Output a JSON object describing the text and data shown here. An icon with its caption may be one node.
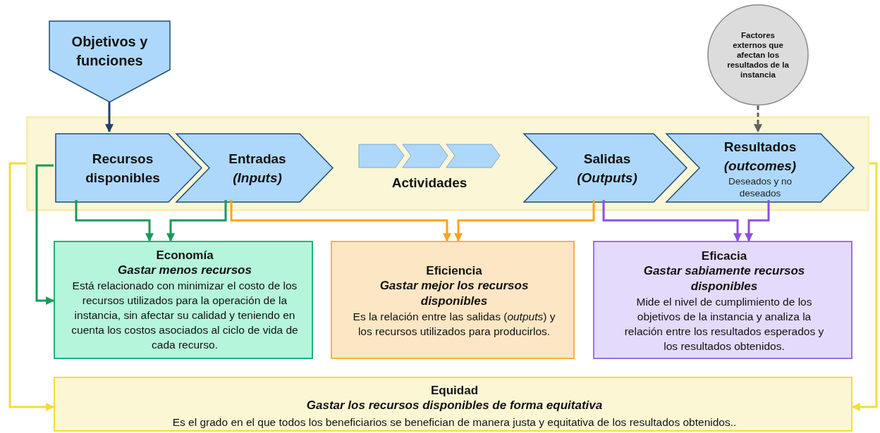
{
  "diagram": {
    "nodes": [
      {
        "text": [],
        "shape": "box"
      },
      {
        "text": [
          "Objetivos y funciones"
        ]
      },
      {
        "text": [
          "Recursos disponibles"
        ],
        "in": 0
      },
      {
        "text": [
          "Entradas *(Inputs)*"
        ],
        "in": 0
      },
      {
        "text": [
          "Actividades"
        ],
        "in": 0
      },
      {
        "text": [
          "Salidas *(Outputs)*"
        ],
        "in": 0
      },
      {
        "text": [
          "Resultados *(outcomes)*",
          "Deseados y no deseados"
        ],
        "in": 0
      },
      {
        "text": [
          "Factores externos que afectan los resultados de la instancia"
        ]
      },
      {
        "text": [
          "Economía",
          "Gastar menos recursos",
          "Está relacionado con minimizar el costo de los recursos utilizados para la operación de la instancia, sin afectar su calidad y teniendo en cuenta los costos asociados al ciclo de vida de cada recurso."
        ]
      },
      {
        "text": [
          "Eficiencia",
          "Gastar mejor los recursos disponibles",
          "Es la relación entre las salidas (*outputs*) y los recursos utilizados para producirlos."
        ]
      },
      {
        "text": [
          "Eficacia",
          "Gastar sabiamente recursos disponibles",
          "Mide el nivel de cumplimiento de los objetivos de la instancia y analiza la relación entre los resultados esperados y los resultados obtenidos."
        ]
      },
      {
        "text": [
          "Equidad",
          "Gastar los recursos disponibles de forma equitativa",
          "Es el grado en el que todos los beneficiarios se benefician de manera justa y equitativa de los resultados obtenidos.."
        ]
      }
    ],
    "edges": [
      {
        "from": 1,
        "to": 2,
        "arrow": "to",
        "color": "#1f3f73"
      },
      {
        "from": 7,
        "to": 6,
        "arrow": "to",
        "style": "dashed",
        "color": "#5f5f5f"
      },
      {
        "from": 2,
        "to": 8,
        "arrow": "to",
        "color": "#159a5a"
      },
      {
        "from": 3,
        "to": 8,
        "arrow": "to",
        "color": "#159a5a"
      },
      {
        "from": 2,
        "to": 8,
        "arrow": "to",
        "color": "#159a5a"
      },
      {
        "from": 3,
        "to": 9,
        "arrow": "to",
        "color": "#ffa31a"
      },
      {
        "from": 5,
        "to": 9,
        "arrow": "to",
        "color": "#ffa31a"
      },
      {
        "from": 5,
        "to": 10,
        "arrow": "to",
        "color": "#8b4fe0"
      },
      {
        "from": 6,
        "to": 10,
        "arrow": "to",
        "color": "#8b4fe0"
      },
      {
        "from": 0,
        "to": 11,
        "arrow": "to",
        "color": "#f2dd3c"
      },
      {
        "from": 0,
        "to": 11,
        "arrow": "to",
        "color": "#f2dd3c"
      }
    ]
  }
}
